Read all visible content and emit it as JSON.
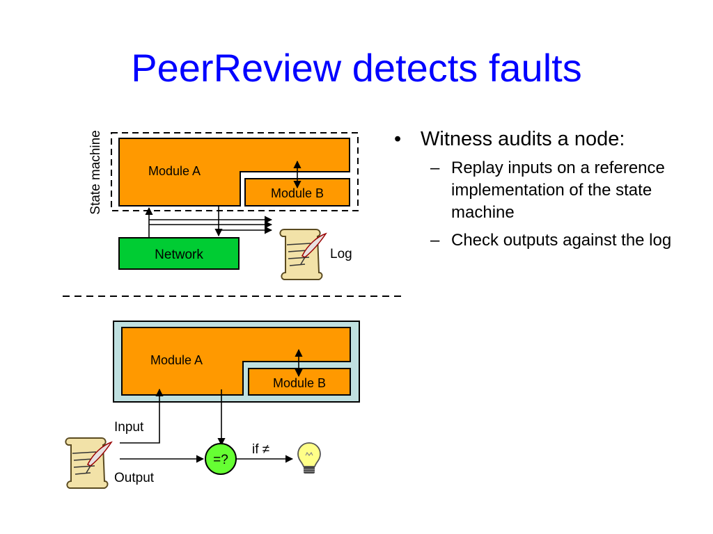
{
  "slide": {
    "title": "PeerReview detects faults"
  },
  "diagram_top": {
    "state_machine_label": "State machine",
    "module_a_label": "Module A",
    "module_b_label": "Module B",
    "network_label": "Network",
    "log_label": "Log"
  },
  "diagram_bottom": {
    "module_a_label": "Module A",
    "module_b_label": "Module B",
    "input_label": "Input",
    "output_label": "Output",
    "compare_label": "=?",
    "if_label": "if ≠"
  },
  "bullets": {
    "main": "Witness audits a node:",
    "sub": [
      "Replay inputs on a reference implementation of the state machine",
      "Check outputs against the log"
    ]
  },
  "colors": {
    "title": "#0000ff",
    "module": "#ff9900",
    "network": "#00cc33",
    "compare": "#66ff33",
    "frame_fill": "#bfe0e0"
  },
  "icons": {
    "log": "scroll-icon",
    "alert": "lightbulb-icon"
  }
}
